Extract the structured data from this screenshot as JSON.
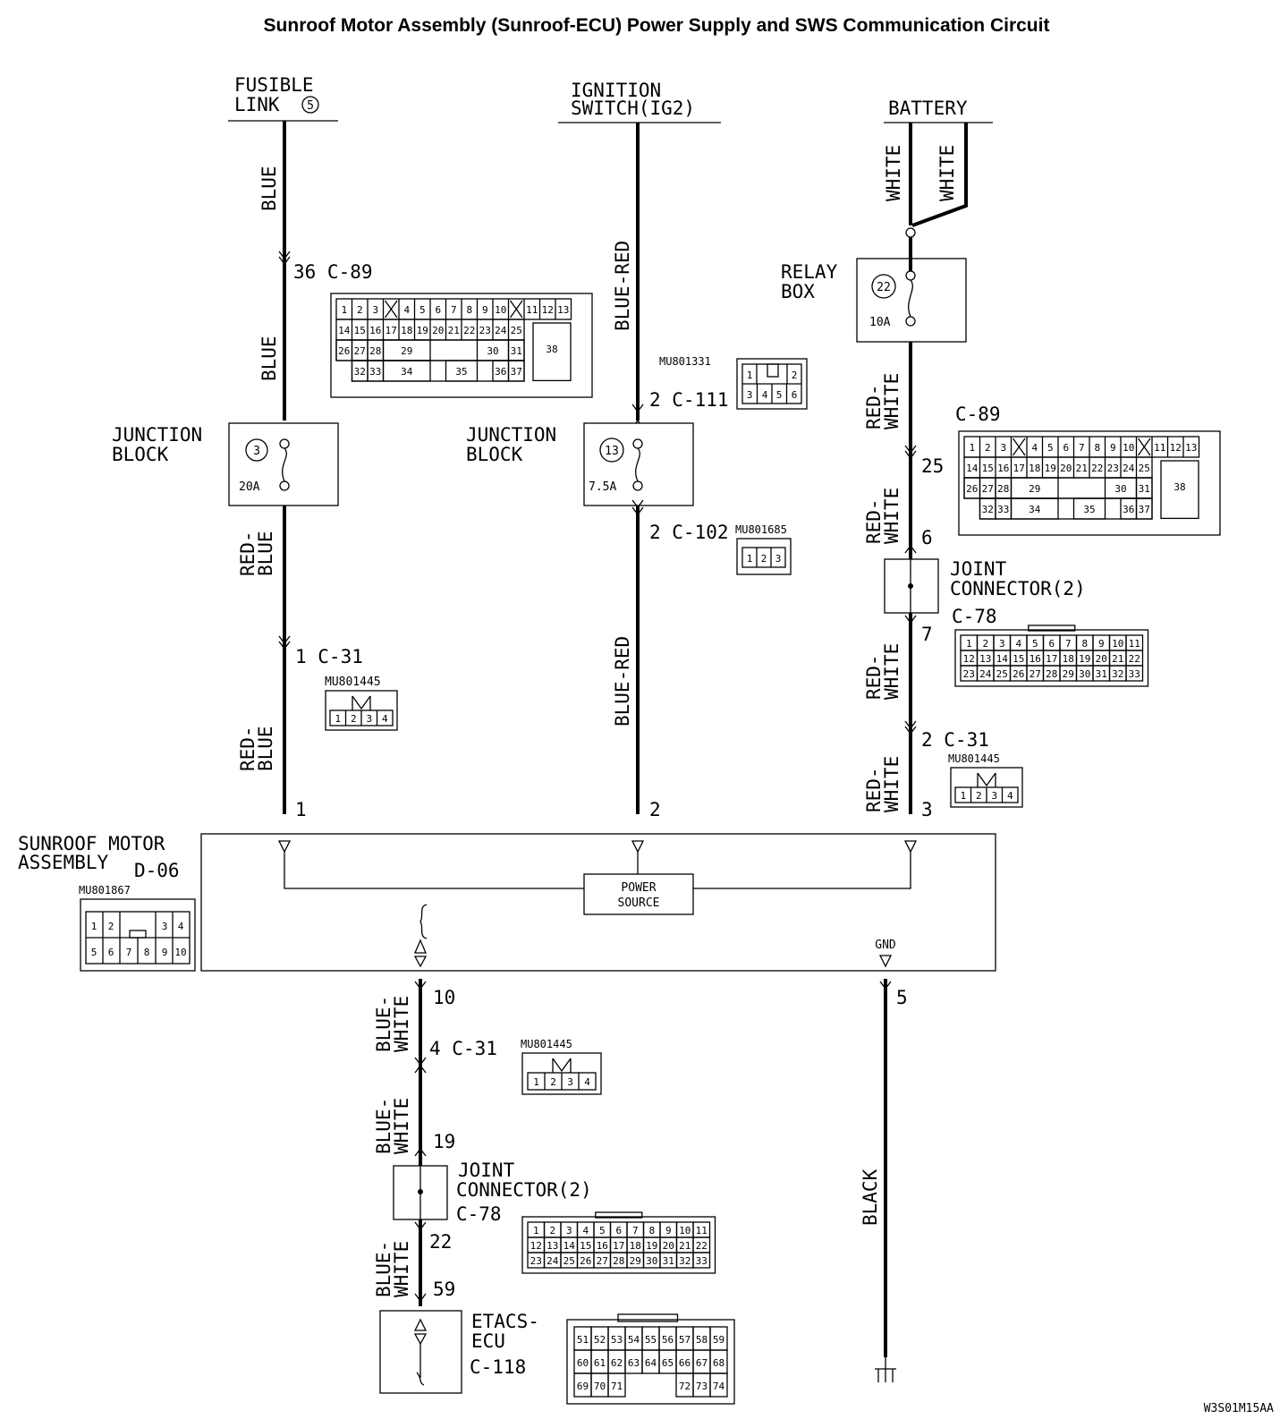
{
  "title": "Sunroof Motor Assembly (Sunroof-ECU) Power Supply and SWS Communication Circuit",
  "footer_code": "W3S01M15AA",
  "sources": {
    "fusible_link": {
      "line1": "FUSIBLE",
      "line2": "LINK",
      "num": "5"
    },
    "ignition_switch": {
      "line1": "IGNITION",
      "line2": "SWITCH(IG2)"
    },
    "battery": {
      "label": "BATTERY"
    }
  },
  "wires": {
    "blue1": "BLUE",
    "blue2": "BLUE",
    "red_blue1": [
      "RED-",
      "BLUE"
    ],
    "red_blue2": [
      "RED-",
      "BLUE"
    ],
    "blue_red1": "BLUE-RED",
    "blue_red2": "BLUE-RED",
    "white1": "WHITE",
    "white2": "WHITE",
    "red_white1": [
      "RED-",
      "WHITE"
    ],
    "red_white2": [
      "RED-",
      "WHITE"
    ],
    "red_white3": [
      "RED-",
      "WHITE"
    ],
    "red_white4": [
      "RED-",
      "WHITE"
    ],
    "blue_white1": [
      "BLUE-",
      "WHITE"
    ],
    "blue_white2": [
      "BLUE-",
      "WHITE"
    ],
    "blue_white3": [
      "BLUE-",
      "WHITE"
    ],
    "black": "BLACK"
  },
  "relay_box": {
    "line1": "RELAY",
    "line2": "BOX",
    "fuse_num": "22",
    "rating": "10A"
  },
  "junction_block_1": {
    "line1": "JUNCTION",
    "line2": "BLOCK",
    "fuse_num": "3",
    "rating": "20A"
  },
  "junction_block_2": {
    "line1": "JUNCTION",
    "line2": "BLOCK",
    "fuse_num": "13",
    "rating": "7.5A"
  },
  "pin_labels": {
    "c89_36": "36 C-89",
    "c31_1": "1 C-31",
    "c111_2": "2 C-111",
    "c102_2": "2 C-102",
    "c89_title": "C-89",
    "p25": "25",
    "p6": "6",
    "p7": "7",
    "c31_2": "2 C-31",
    "p3": "3",
    "p1": "1",
    "p2": "2",
    "p10": "10",
    "c31_4": "4 C-31",
    "p19": "19",
    "p22": "22",
    "p59": "59",
    "p5": "5"
  },
  "joint_connector_1": {
    "line1": "JOINT",
    "line2": "CONNECTOR(2)",
    "conn": "C-78"
  },
  "joint_connector_2": {
    "line1": "JOINT",
    "line2": "CONNECTOR(2)",
    "conn": "C-78"
  },
  "sunroof_motor": {
    "line1": "SUNROOF MOTOR",
    "line2": "ASSEMBLY",
    "conn": "D-06",
    "power_source_1": "POWER",
    "power_source_2": "SOURCE",
    "gnd": "GND"
  },
  "etacs": {
    "line1": "ETACS-",
    "line2": "ECU",
    "conn": "C-118"
  },
  "part_numbers": {
    "mu801331": "MU801331",
    "mu801685": "MU801685",
    "mu801445_a": "MU801445",
    "mu801445_b": "MU801445",
    "mu801445_c": "MU801445",
    "mu801867": "MU801867"
  },
  "connectors": {
    "c89": {
      "row1": [
        "1",
        "2",
        "3",
        "",
        "4",
        "5",
        "6",
        "7",
        "8",
        "9",
        "10",
        "",
        "11",
        "12",
        "13"
      ],
      "row2": [
        "14",
        "15",
        "16",
        "17",
        "18",
        "19",
        "20",
        "21",
        "22",
        "23",
        "24",
        "25"
      ],
      "row3": [
        "26",
        "27",
        "28",
        "29",
        "30",
        "31"
      ],
      "row4": [
        "32",
        "33",
        "34",
        "35",
        "36",
        "37"
      ],
      "big": "38"
    },
    "c111": {
      "top": [
        "1",
        "2"
      ],
      "bottom": [
        "3",
        "4",
        "5",
        "6"
      ]
    },
    "c102": [
      "1",
      "2",
      "3"
    ],
    "c31": [
      "1",
      "2",
      "3",
      "4"
    ],
    "c78": {
      "row1": [
        "1",
        "2",
        "3",
        "4",
        "5",
        "6",
        "7",
        "8",
        "9",
        "10",
        "11"
      ],
      "row2": [
        "12",
        "13",
        "14",
        "15",
        "16",
        "17",
        "18",
        "19",
        "20",
        "21",
        "22"
      ],
      "row3": [
        "23",
        "24",
        "25",
        "26",
        "27",
        "28",
        "29",
        "30",
        "31",
        "32",
        "33"
      ]
    },
    "d06": {
      "top": [
        "1",
        "2",
        "3",
        "4"
      ],
      "bottom": [
        "5",
        "6",
        "7",
        "8",
        "9",
        "10"
      ]
    },
    "c118": {
      "row1": [
        "51",
        "52",
        "53",
        "54",
        "55",
        "56",
        "57",
        "58",
        "59"
      ],
      "row2": [
        "60",
        "61",
        "62",
        "63",
        "64",
        "65",
        "66",
        "67",
        "68"
      ],
      "row3": [
        "69",
        "70",
        "71",
        "72",
        "73",
        "74"
      ]
    }
  }
}
